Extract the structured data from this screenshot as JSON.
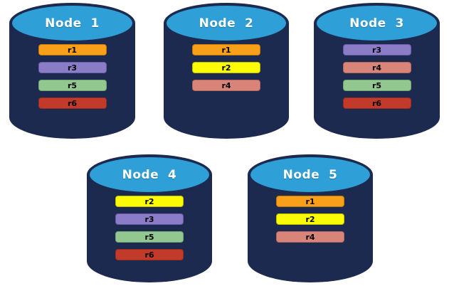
{
  "colors": {
    "background": "#FFFFFF",
    "cylinder_body": "#1B2A4E",
    "cylinder_top": "#2F9FD8",
    "title_text": "#FFFFFF",
    "bar_text": "#000000"
  },
  "replica_styles": {
    "r1": {
      "label": "r1",
      "fill": "#F9A01B",
      "border": "#C27708"
    },
    "r2": {
      "label": "r2",
      "fill": "#FBFB05",
      "border": "#BFBF00"
    },
    "r3": {
      "label": "r3",
      "fill": "#8A7CC6",
      "border": "#6A5BA8"
    },
    "r4": {
      "label": "r4",
      "fill": "#D98478",
      "border": "#B2655B"
    },
    "r5": {
      "label": "r5",
      "fill": "#92C78F",
      "border": "#6FA56E"
    },
    "r6": {
      "label": "r6",
      "fill": "#C23B2A",
      "border": "#9A2D1F"
    }
  },
  "nodes": [
    {
      "label": "Node  1",
      "replicas": [
        "r1",
        "r3",
        "r5",
        "r6"
      ]
    },
    {
      "label": "Node  2",
      "replicas": [
        "r1",
        "r2",
        "r4"
      ]
    },
    {
      "label": "Node  3",
      "replicas": [
        "r3",
        "r4",
        "r5",
        "r6"
      ]
    },
    {
      "label": "Node  4",
      "replicas": [
        "r2",
        "r3",
        "r5",
        "r6"
      ]
    },
    {
      "label": "Node  5",
      "replicas": [
        "r1",
        "r2",
        "r4"
      ]
    }
  ]
}
